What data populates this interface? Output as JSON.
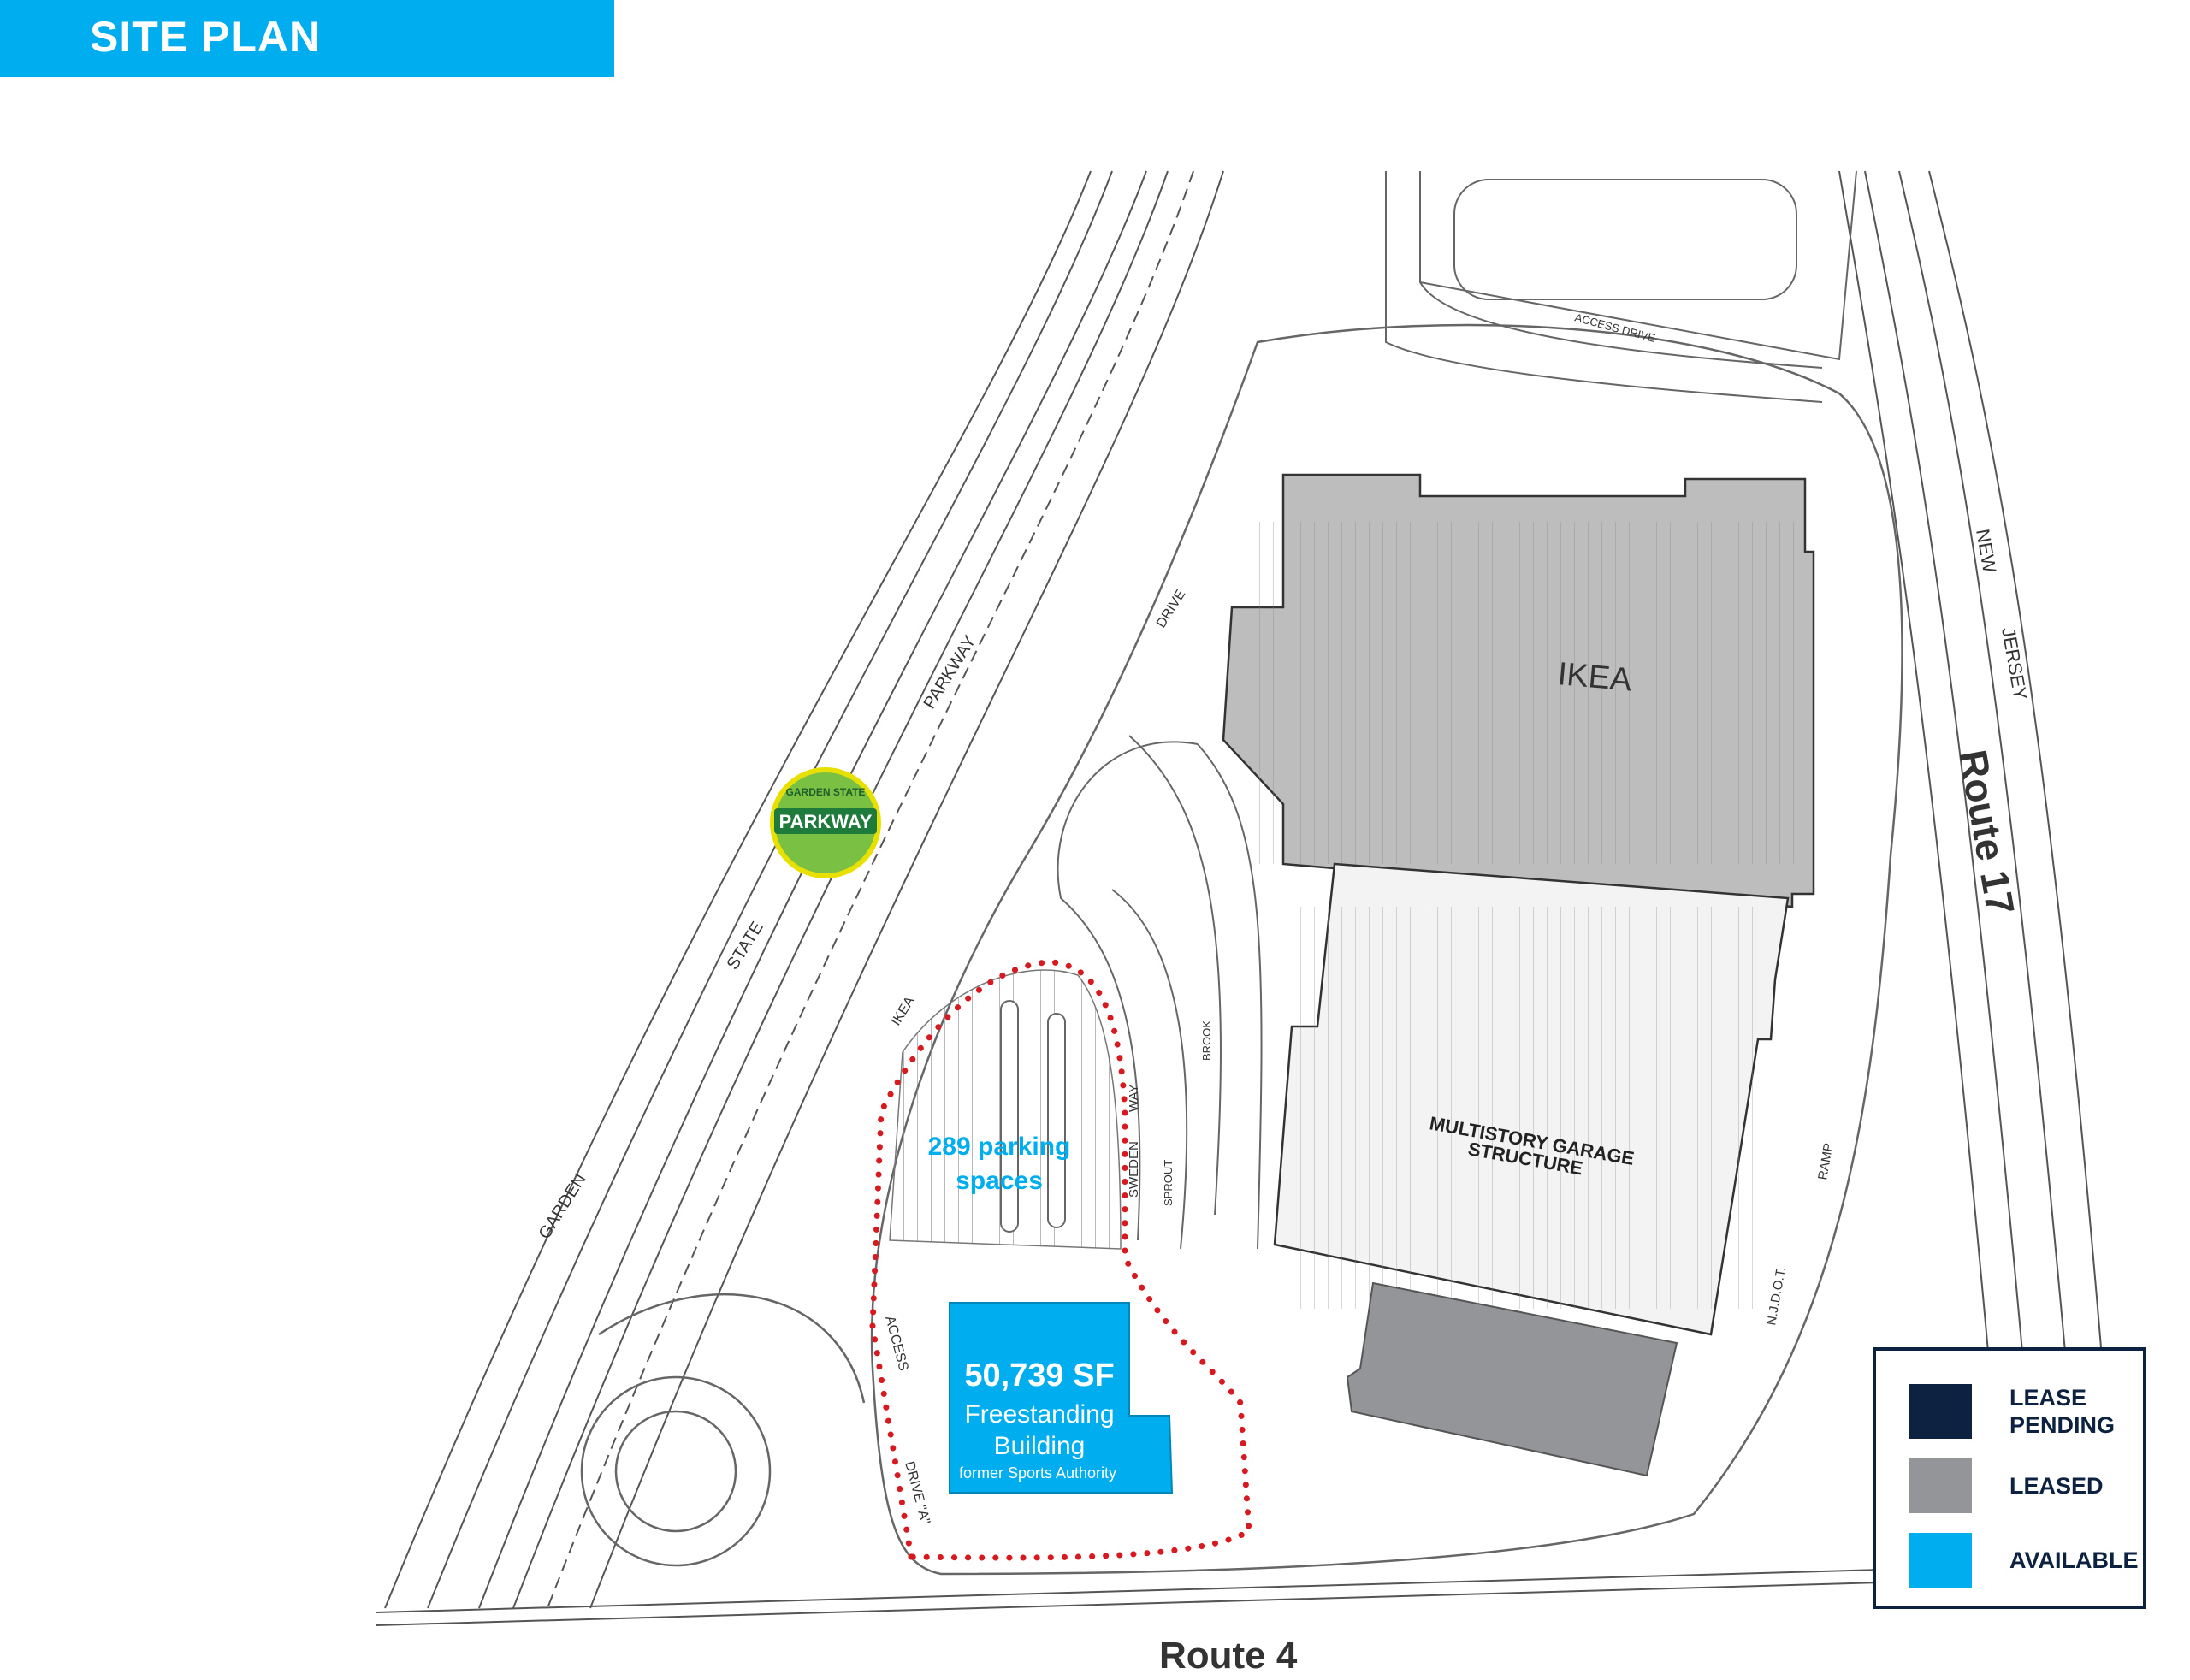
{
  "header": {
    "title": "SITE PLAN"
  },
  "colors": {
    "available": "#00aeef",
    "leased": "#939598",
    "lease_pending": "#0d2240",
    "boundary": "#d71920",
    "parkway_badge": "#7ac143"
  },
  "roads": {
    "parkway_words": [
      "GARDEN",
      "STATE",
      "PARKWAY"
    ],
    "route4": "Route 4",
    "route17": "Route 17",
    "new_jersey": [
      "NEW",
      "JERSEY"
    ],
    "ikea_drive": [
      "IKEA",
      "DRIVE"
    ],
    "sweden_way": [
      "SWEDEN",
      "WAY"
    ],
    "access_drive": [
      "ACCESS",
      "DRIVE \"A\""
    ],
    "ramp": "RAMP",
    "njdot": "N.J.D.O.T.",
    "brook": "BROOK",
    "sprout": "SPROUT",
    "access_drive_top": "ACCESS DRIVE"
  },
  "parkway_sign": {
    "top": "GARDEN STATE",
    "main": "PARKWAY"
  },
  "buildings": {
    "ikea": "IKEA",
    "garage": [
      "MULTISTORY GARAGE",
      "STRUCTURE"
    ]
  },
  "available_building": {
    "area": "50,739 SF",
    "line1": "Freestanding",
    "line2": "Building",
    "former": "former Sports Authority",
    "parking": [
      "289 parking",
      "spaces"
    ]
  },
  "legend": [
    {
      "label": "LEASE\nPENDING",
      "status": "lease_pending",
      "color": "#0d2240"
    },
    {
      "label": "LEASED",
      "status": "leased",
      "color": "#939598"
    },
    {
      "label": "AVAILABLE",
      "status": "available",
      "color": "#00aeef"
    }
  ]
}
